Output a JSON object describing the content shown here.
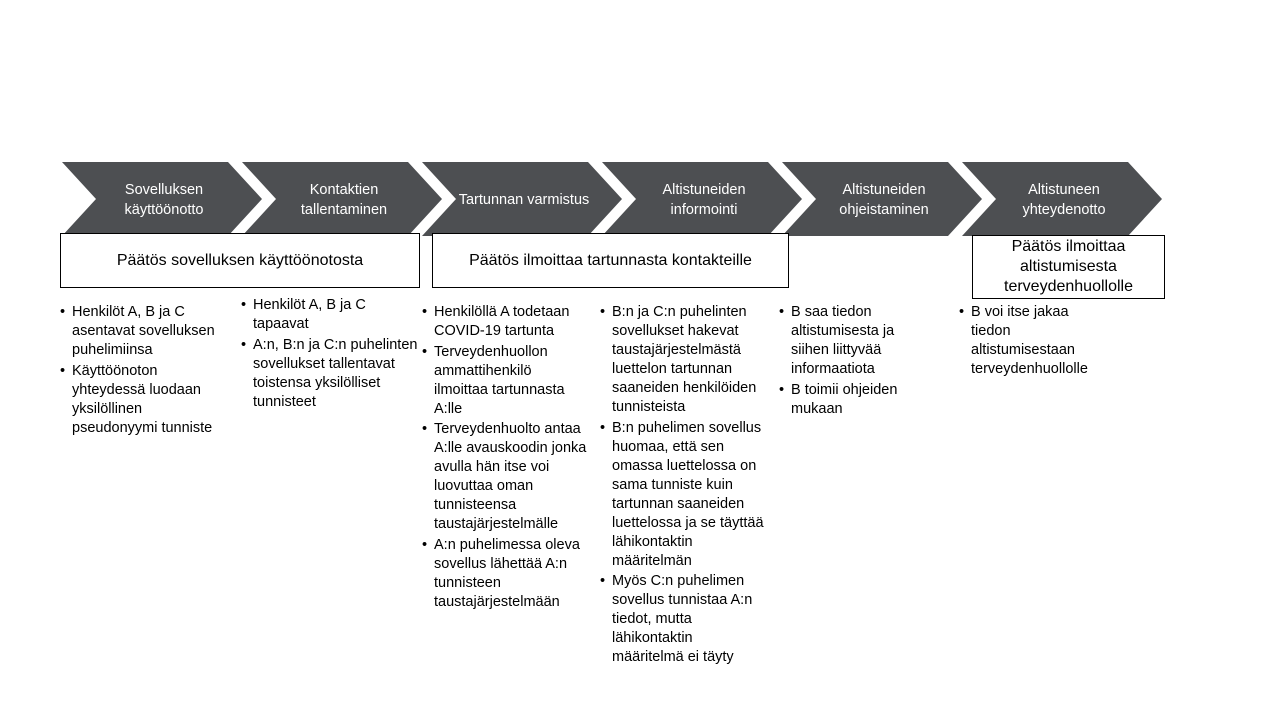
{
  "colors": {
    "chevron_fill": "#4d4f52",
    "chevron_text": "#ffffff",
    "box_border": "#000000"
  },
  "steps": [
    {
      "label": "Sovelluksen käyttöönotto"
    },
    {
      "label": "Kontaktien tallentaminen"
    },
    {
      "label": "Tartunnan varmistus"
    },
    {
      "label": "Altistuneiden informointi"
    },
    {
      "label": "Altistuneiden ohjeistaminen"
    },
    {
      "label": "Altistuneen yhteydenotto"
    }
  ],
  "decisions": [
    {
      "text": "Päätös sovelluksen käyttöönotosta"
    },
    {
      "text": "Päätös ilmoittaa tartunnasta kontakteille"
    },
    {
      "text": "Päätös ilmoittaa altistumisesta terveydenhuollolle"
    }
  ],
  "details": [
    {
      "bullets": [
        "Henkilöt A, B ja C asentavat sovelluksen puhelimiinsa",
        "Käyttöönoton yhteydessä luodaan yksilöllinen pseudonyymi tunniste"
      ]
    },
    {
      "bullets": [
        "Henkilöt A, B ja C tapaavat",
        "A:n, B:n ja C:n puhelinten sovellukset tallentavat toistensa yksilölliset tunnisteet"
      ]
    },
    {
      "bullets": [
        "Henkilöllä A todetaan COVID-19 tartunta",
        "Terveydenhuollon ammattihenkilö ilmoittaa tartunnasta A:lle",
        "Terveydenhuolto antaa A:lle avauskoodin jonka avulla hän itse voi luovuttaa oman tunnisteensa taustajärjestelmälle",
        "A:n puhelimessa oleva sovellus lähettää A:n tunnisteen taustajärjestelmään"
      ]
    },
    {
      "bullets": [
        "B:n ja C:n puhelinten sovellukset hakevat taustajärjestelmästä luettelon tartunnan saaneiden henkilöiden tunnisteista",
        "B:n puhelimen sovellus huomaa, että sen omassa luettelossa on sama tunniste kuin tartunnan saaneiden luettelossa ja se täyttää lähikontaktin määritelmän",
        "Myös C:n puhelimen sovellus tunnistaa A:n tiedot, mutta lähikontaktin määritelmä ei täyty"
      ]
    },
    {
      "bullets": [
        "B saa tiedon altistumisesta ja siihen liittyvää informaatiota",
        "B toimii ohjeiden mukaan"
      ]
    },
    {
      "bullets": [
        "B voi itse jakaa tiedon altistumisestaan terveydenhuollolle"
      ]
    }
  ]
}
